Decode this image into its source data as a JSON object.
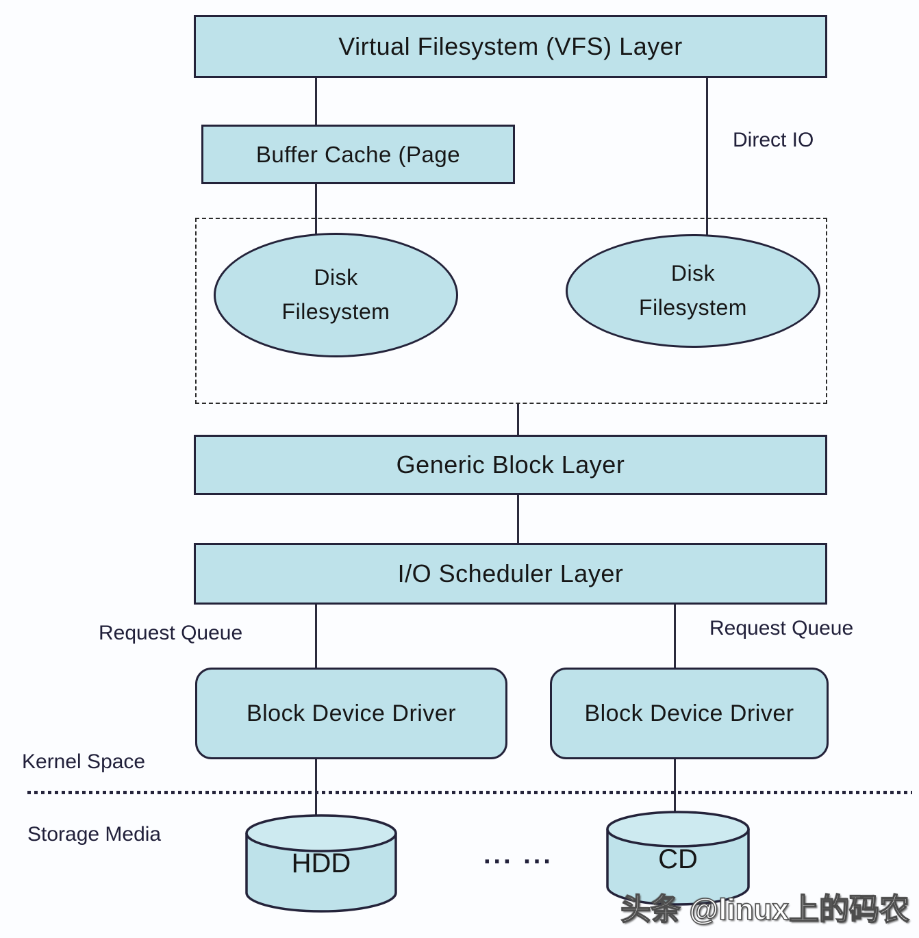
{
  "colors": {
    "node_fill": "#bee2ea",
    "node_border": "#24233a",
    "background": "#fcfdff",
    "text": "#161616",
    "watermark_text": "#ffffff"
  },
  "nodes": {
    "vfs": {
      "label": "Virtual Filesystem (VFS) Layer"
    },
    "buffer_cache": {
      "label": "Buffer Cache (Page"
    },
    "disk_fs_left": {
      "line1": "Disk",
      "line2": "Filesystem"
    },
    "disk_fs_right": {
      "line1": "Disk",
      "line2": "Filesystem"
    },
    "generic_block": {
      "label": "Generic Block Layer"
    },
    "io_scheduler": {
      "label": "I/O Scheduler Layer"
    },
    "block_driver_left": {
      "label": "Block Device Driver"
    },
    "block_driver_right": {
      "label": "Block Device Driver"
    },
    "hdd": {
      "label": "HDD"
    },
    "cd": {
      "label": "CD"
    }
  },
  "labels": {
    "direct_io": "Direct IO",
    "request_queue_left": "Request Queue",
    "request_queue_right": "Request Queue",
    "kernel_space": "Kernel Space",
    "storage_media": "Storage Media",
    "ellipsis": "... ..."
  },
  "watermark": "头条 @linux上的码农"
}
